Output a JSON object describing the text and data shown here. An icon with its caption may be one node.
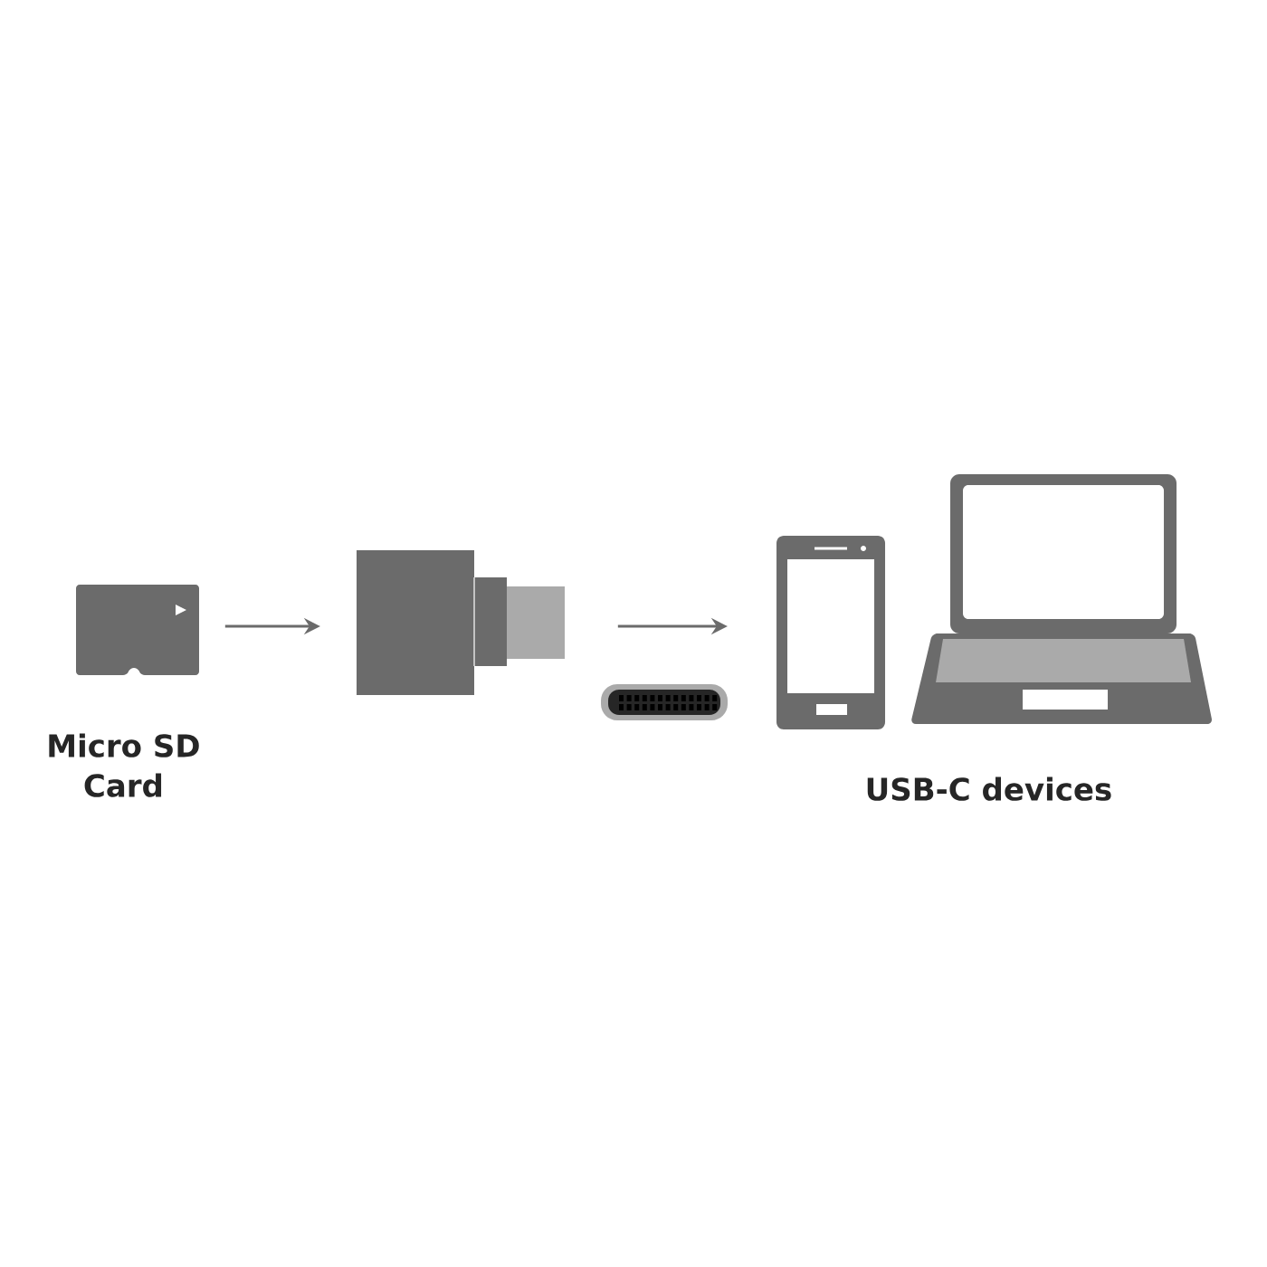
{
  "diagram": {
    "nodes": [
      {
        "text": [
          "Micro SD Card"
        ]
      },
      {
        "text": [],
        "shape": "picture"
      },
      {
        "text": [
          "USB-C devices"
        ]
      }
    ],
    "edges": [
      {
        "from": 0,
        "to": 1,
        "arrow": "to"
      },
      {
        "from": 1,
        "to": 2,
        "arrow": "to"
      }
    ]
  }
}
